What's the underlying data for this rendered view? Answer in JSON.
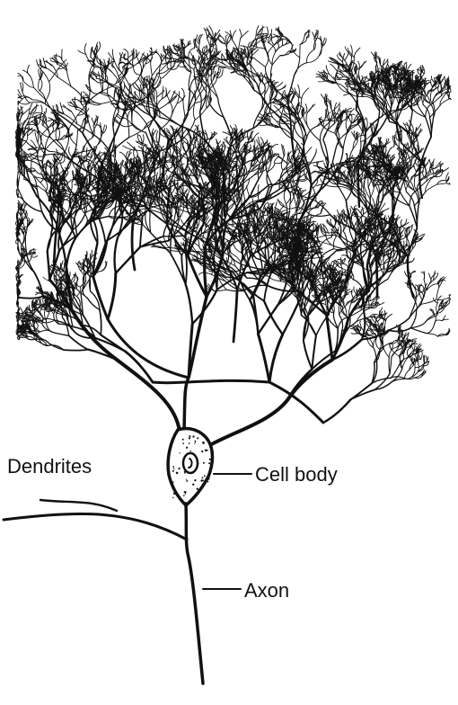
{
  "labels": {
    "dendrites": "Dendrites",
    "cell_body": "Cell body",
    "axon": "Axon"
  },
  "style": {
    "ink": "#111111",
    "background": "#ffffff"
  }
}
